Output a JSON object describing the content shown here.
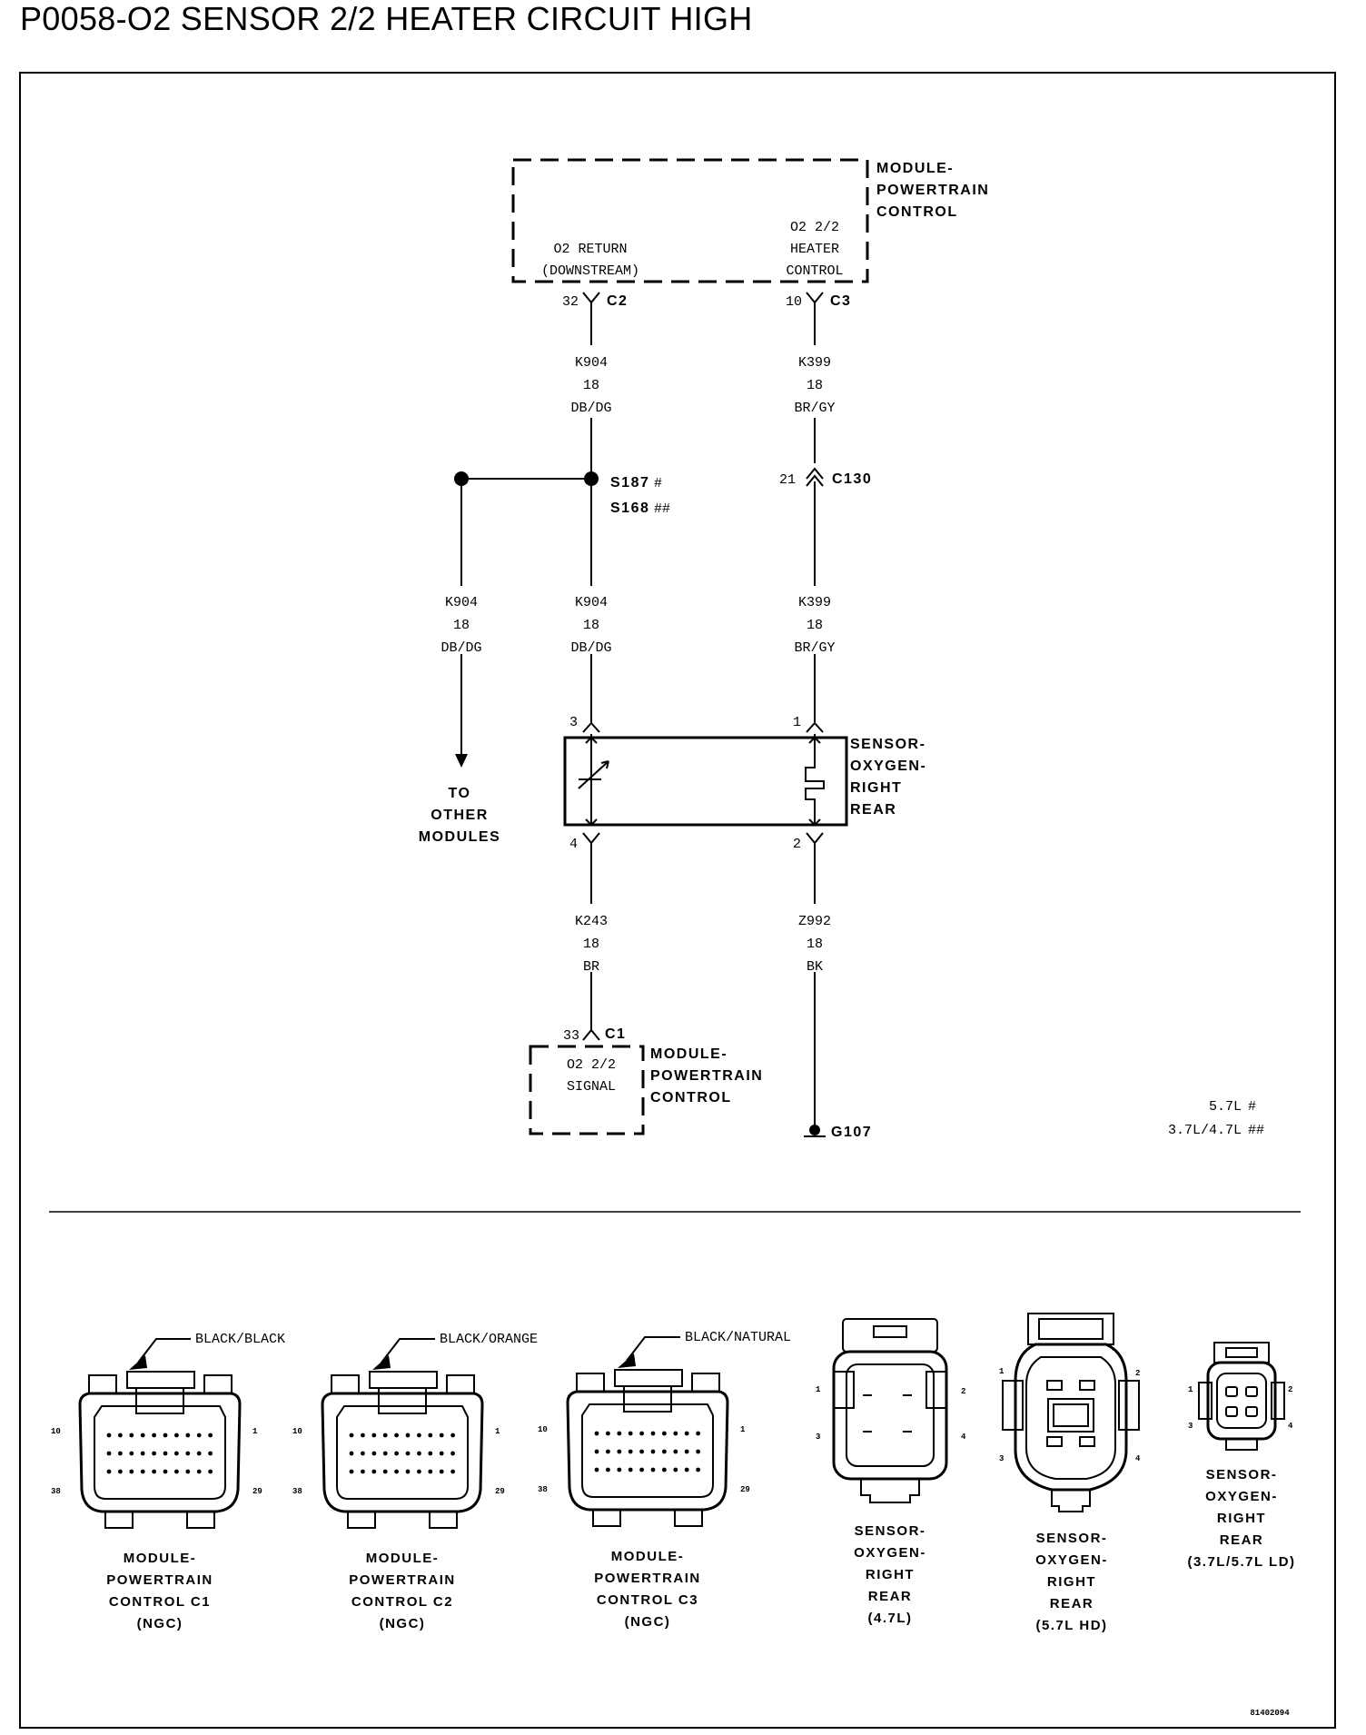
{
  "title": "P0058-O2 SENSOR 2/2 HEATER CIRCUIT HIGH",
  "pcm_top": {
    "label": [
      "MODULE-",
      "POWERTRAIN",
      "CONTROL"
    ],
    "pin_left": [
      "O2 RETURN",
      "(DOWNSTREAM)"
    ],
    "pin_right": [
      "O2 2/2",
      "HEATER",
      "CONTROL"
    ],
    "conn_left": {
      "pin": "32",
      "name": "C2"
    },
    "conn_right": {
      "pin": "10",
      "name": "C3"
    }
  },
  "wires": {
    "k904_upper": [
      "K904",
      "18",
      "DB/DG"
    ],
    "k399_upper": [
      "K399",
      "18",
      "BR/GY"
    ],
    "k904_branch": [
      "K904",
      "18",
      "DB/DG"
    ],
    "k904_lower": [
      "K904",
      "18",
      "DB/DG"
    ],
    "k399_lower": [
      "K399",
      "18",
      "BR/GY"
    ],
    "k243": [
      "K243",
      "18",
      "BR"
    ],
    "z992": [
      "Z992",
      "18",
      "BK"
    ]
  },
  "splices": [
    {
      "name": "S187",
      "mark": "#"
    },
    {
      "name": "S168",
      "mark": "##"
    }
  ],
  "inline_conn": {
    "pin": "21",
    "name": "C130"
  },
  "to_other": [
    "TO",
    "OTHER",
    "MODULES"
  ],
  "sensor": {
    "label": [
      "SENSOR-",
      "OXYGEN-",
      "RIGHT",
      "REAR"
    ],
    "pins": {
      "top_left": "3",
      "top_right": "1",
      "bottom_left": "4",
      "bottom_right": "2"
    }
  },
  "pcm_bottom": {
    "conn": {
      "pin": "33",
      "name": "C1"
    },
    "pin_label": [
      "O2 2/2",
      "SIGNAL"
    ],
    "label": [
      "MODULE-",
      "POWERTRAIN",
      "CONTROL"
    ]
  },
  "ground": "G107",
  "legend": [
    {
      "engine": "5.7L",
      "mark": "#"
    },
    {
      "engine": "3.7L/4.7L",
      "mark": "##"
    }
  ],
  "connectors": [
    {
      "color": "BLACK/BLACK",
      "pins": [
        "10",
        "1",
        "38",
        "29"
      ],
      "label": [
        "MODULE-",
        "POWERTRAIN",
        "CONTROL C1",
        "(NGC)"
      ]
    },
    {
      "color": "BLACK/ORANGE",
      "pins": [
        "10",
        "1",
        "38",
        "29"
      ],
      "label": [
        "MODULE-",
        "POWERTRAIN",
        "CONTROL C2",
        "(NGC)"
      ]
    },
    {
      "color": "BLACK/NATURAL",
      "pins": [
        "10",
        "1",
        "38",
        "29"
      ],
      "label": [
        "MODULE-",
        "POWERTRAIN",
        "CONTROL C3",
        "(NGC)"
      ]
    },
    {
      "pins": [
        "1",
        "2",
        "3",
        "4"
      ],
      "label": [
        "SENSOR-",
        "OXYGEN-",
        "RIGHT",
        "REAR",
        "(4.7L)"
      ]
    },
    {
      "pins": [
        "1",
        "2",
        "3",
        "4"
      ],
      "label": [
        "SENSOR-",
        "OXYGEN-",
        "RIGHT",
        "REAR",
        "(5.7L HD)"
      ]
    },
    {
      "pins": [
        "1",
        "2",
        "3",
        "4"
      ],
      "label": [
        "SENSOR-",
        "OXYGEN-",
        "RIGHT",
        "REAR",
        "(3.7L/5.7L LD)"
      ]
    }
  ],
  "figure_id": "81402094"
}
